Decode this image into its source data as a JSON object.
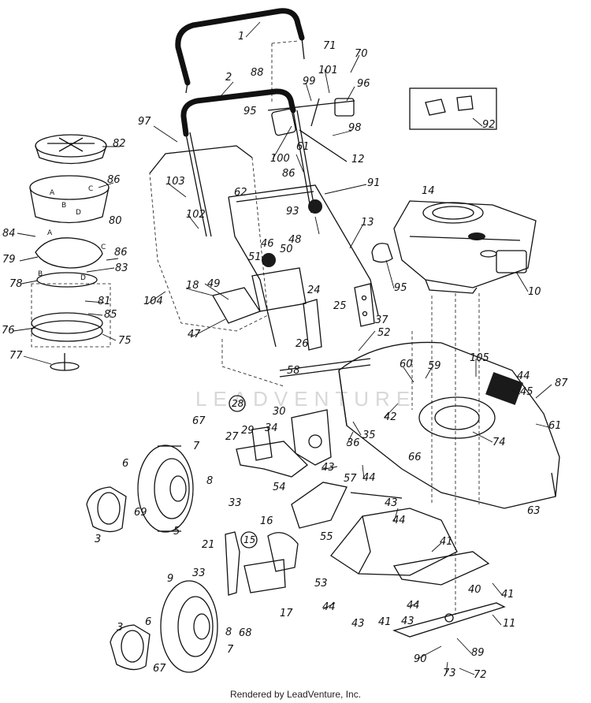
{
  "watermark": "LEADVENTURE",
  "footer": "Rendered by LeadVenture, Inc.",
  "callouts": [
    "1",
    "2",
    "3",
    "3",
    "5",
    "6",
    "6",
    "7",
    "7",
    "8",
    "8",
    "9",
    "10",
    "11",
    "12",
    "13",
    "14",
    "16",
    "17",
    "18",
    "21",
    "24",
    "25",
    "26",
    "27",
    "29",
    "30",
    "33",
    "33",
    "34",
    "35",
    "36",
    "37",
    "40",
    "41",
    "41",
    "41",
    "42",
    "43",
    "43",
    "43",
    "43",
    "44",
    "44",
    "44",
    "44",
    "44",
    "45",
    "46",
    "47",
    "48",
    "49",
    "50",
    "51",
    "52",
    "53",
    "54",
    "55",
    "57",
    "58",
    "59",
    "60",
    "61",
    "61",
    "62",
    "63",
    "66",
    "67",
    "67",
    "68",
    "69",
    "70",
    "71",
    "72",
    "73",
    "74",
    "75",
    "76",
    "77",
    "78",
    "79",
    "80",
    "81",
    "82",
    "83",
    "84",
    "85",
    "86",
    "86",
    "86",
    "87",
    "88",
    "89",
    "90",
    "91",
    "92",
    "93",
    "95",
    "95",
    "96",
    "97",
    "98",
    "99",
    "100",
    "101",
    "102",
    "103",
    "104",
    "105"
  ],
  "circled_callouts": [
    "28",
    "15"
  ],
  "letters": [
    "A",
    "B",
    "C",
    "D",
    "A",
    "B",
    "C",
    "D"
  ]
}
